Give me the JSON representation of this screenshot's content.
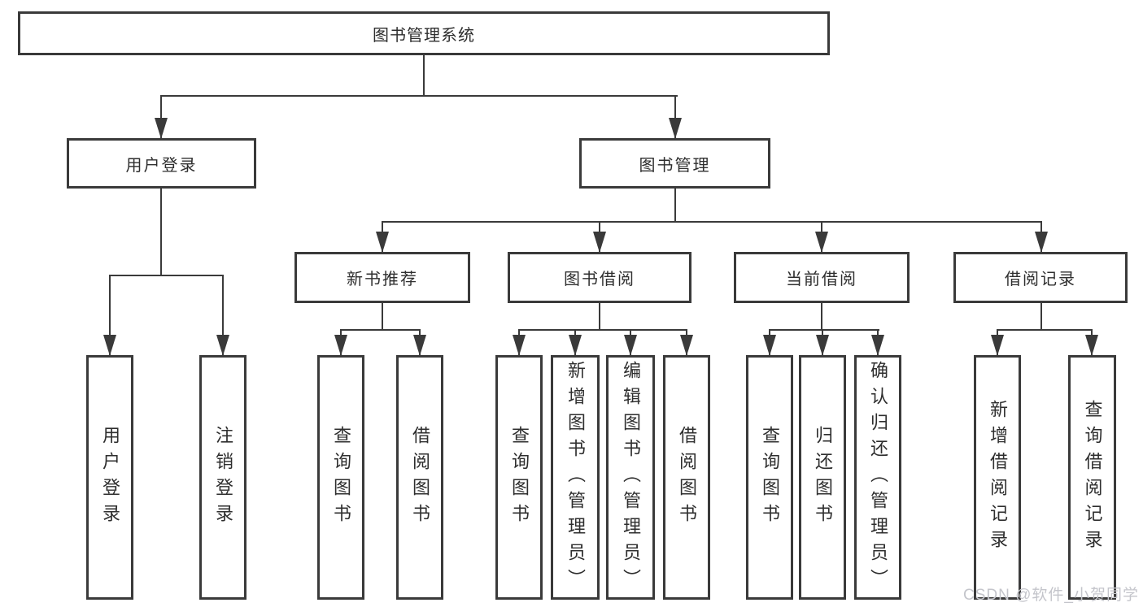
{
  "diagram": {
    "title": "图书管理系统",
    "level1": [
      {
        "label": "用户登录"
      },
      {
        "label": "图书管理"
      }
    ],
    "level2": [
      {
        "label": "新书推荐",
        "parent": "图书管理"
      },
      {
        "label": "图书借阅",
        "parent": "图书管理"
      },
      {
        "label": "当前借阅",
        "parent": "图书管理"
      },
      {
        "label": "借阅记录",
        "parent": "图书管理"
      }
    ],
    "leaves": [
      {
        "label": "用户登录",
        "parent": "用户登录"
      },
      {
        "label": "注销登录",
        "parent": "用户登录"
      },
      {
        "label": "查询图书",
        "parent": "新书推荐"
      },
      {
        "label": "借阅图书",
        "parent": "新书推荐"
      },
      {
        "label": "查询图书",
        "parent": "图书借阅"
      },
      {
        "label": "新增图书（管理员）",
        "parent": "图书借阅"
      },
      {
        "label": "编辑图书（管理员）",
        "parent": "图书借阅"
      },
      {
        "label": "借阅图书",
        "parent": "图书借阅"
      },
      {
        "label": "查询图书",
        "parent": "当前借阅"
      },
      {
        "label": "归还图书",
        "parent": "当前借阅"
      },
      {
        "label": "确认归还（管理员）",
        "parent": "当前借阅"
      },
      {
        "label": "新增借阅记录",
        "parent": "借阅记录"
      },
      {
        "label": "查询借阅记录",
        "parent": "借阅记录"
      }
    ]
  },
  "watermark": "CSDN @软件_小贺同学",
  "colors": {
    "line": "#3a3a3a",
    "text": "#2e2e2e",
    "watermark": "#c4c5cb"
  }
}
